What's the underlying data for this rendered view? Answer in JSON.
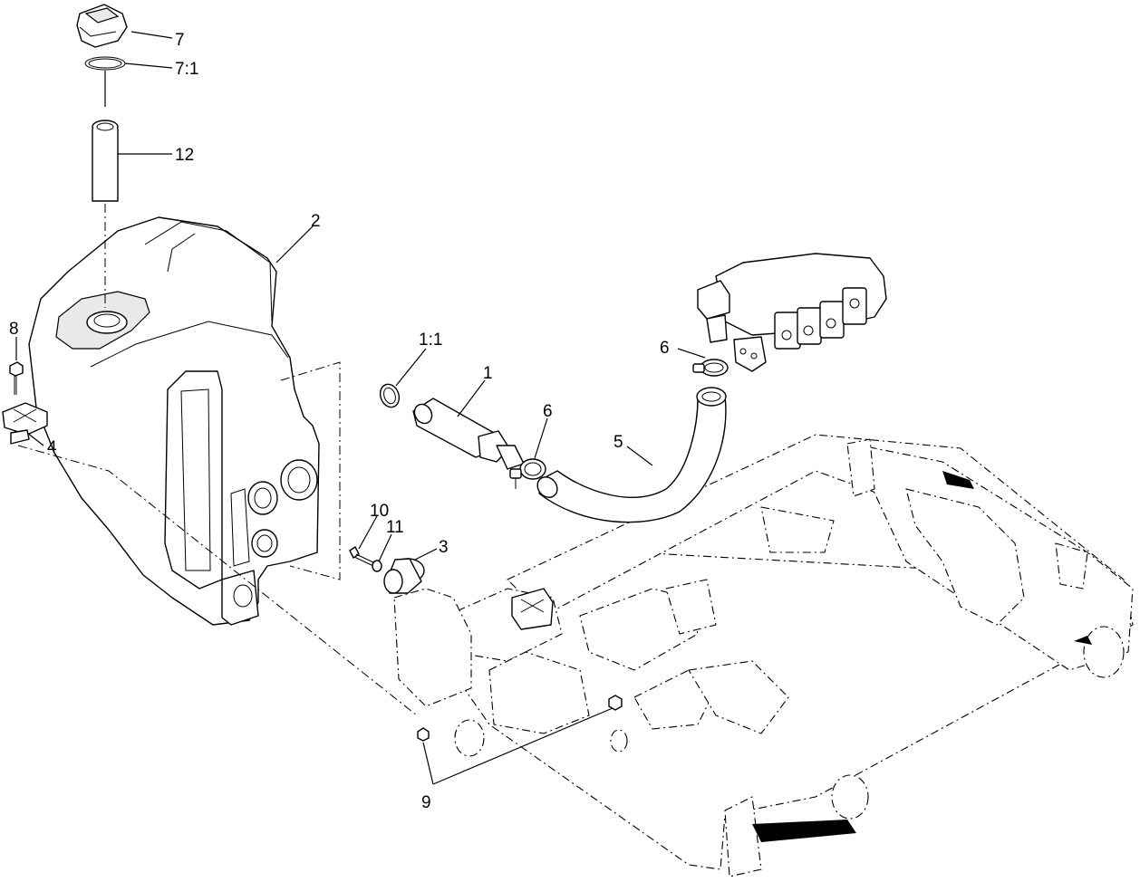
{
  "diagram": {
    "callouts": {
      "c7": "7",
      "c7_1": "7:1",
      "c12": "12",
      "c2": "2",
      "c8": "8",
      "c4": "4",
      "c1_1": "1:1",
      "c1": "1",
      "c6_top": "6",
      "c6_mid": "6",
      "c5": "5",
      "c10": "10",
      "c11": "11",
      "c3": "3",
      "c9": "9"
    }
  }
}
